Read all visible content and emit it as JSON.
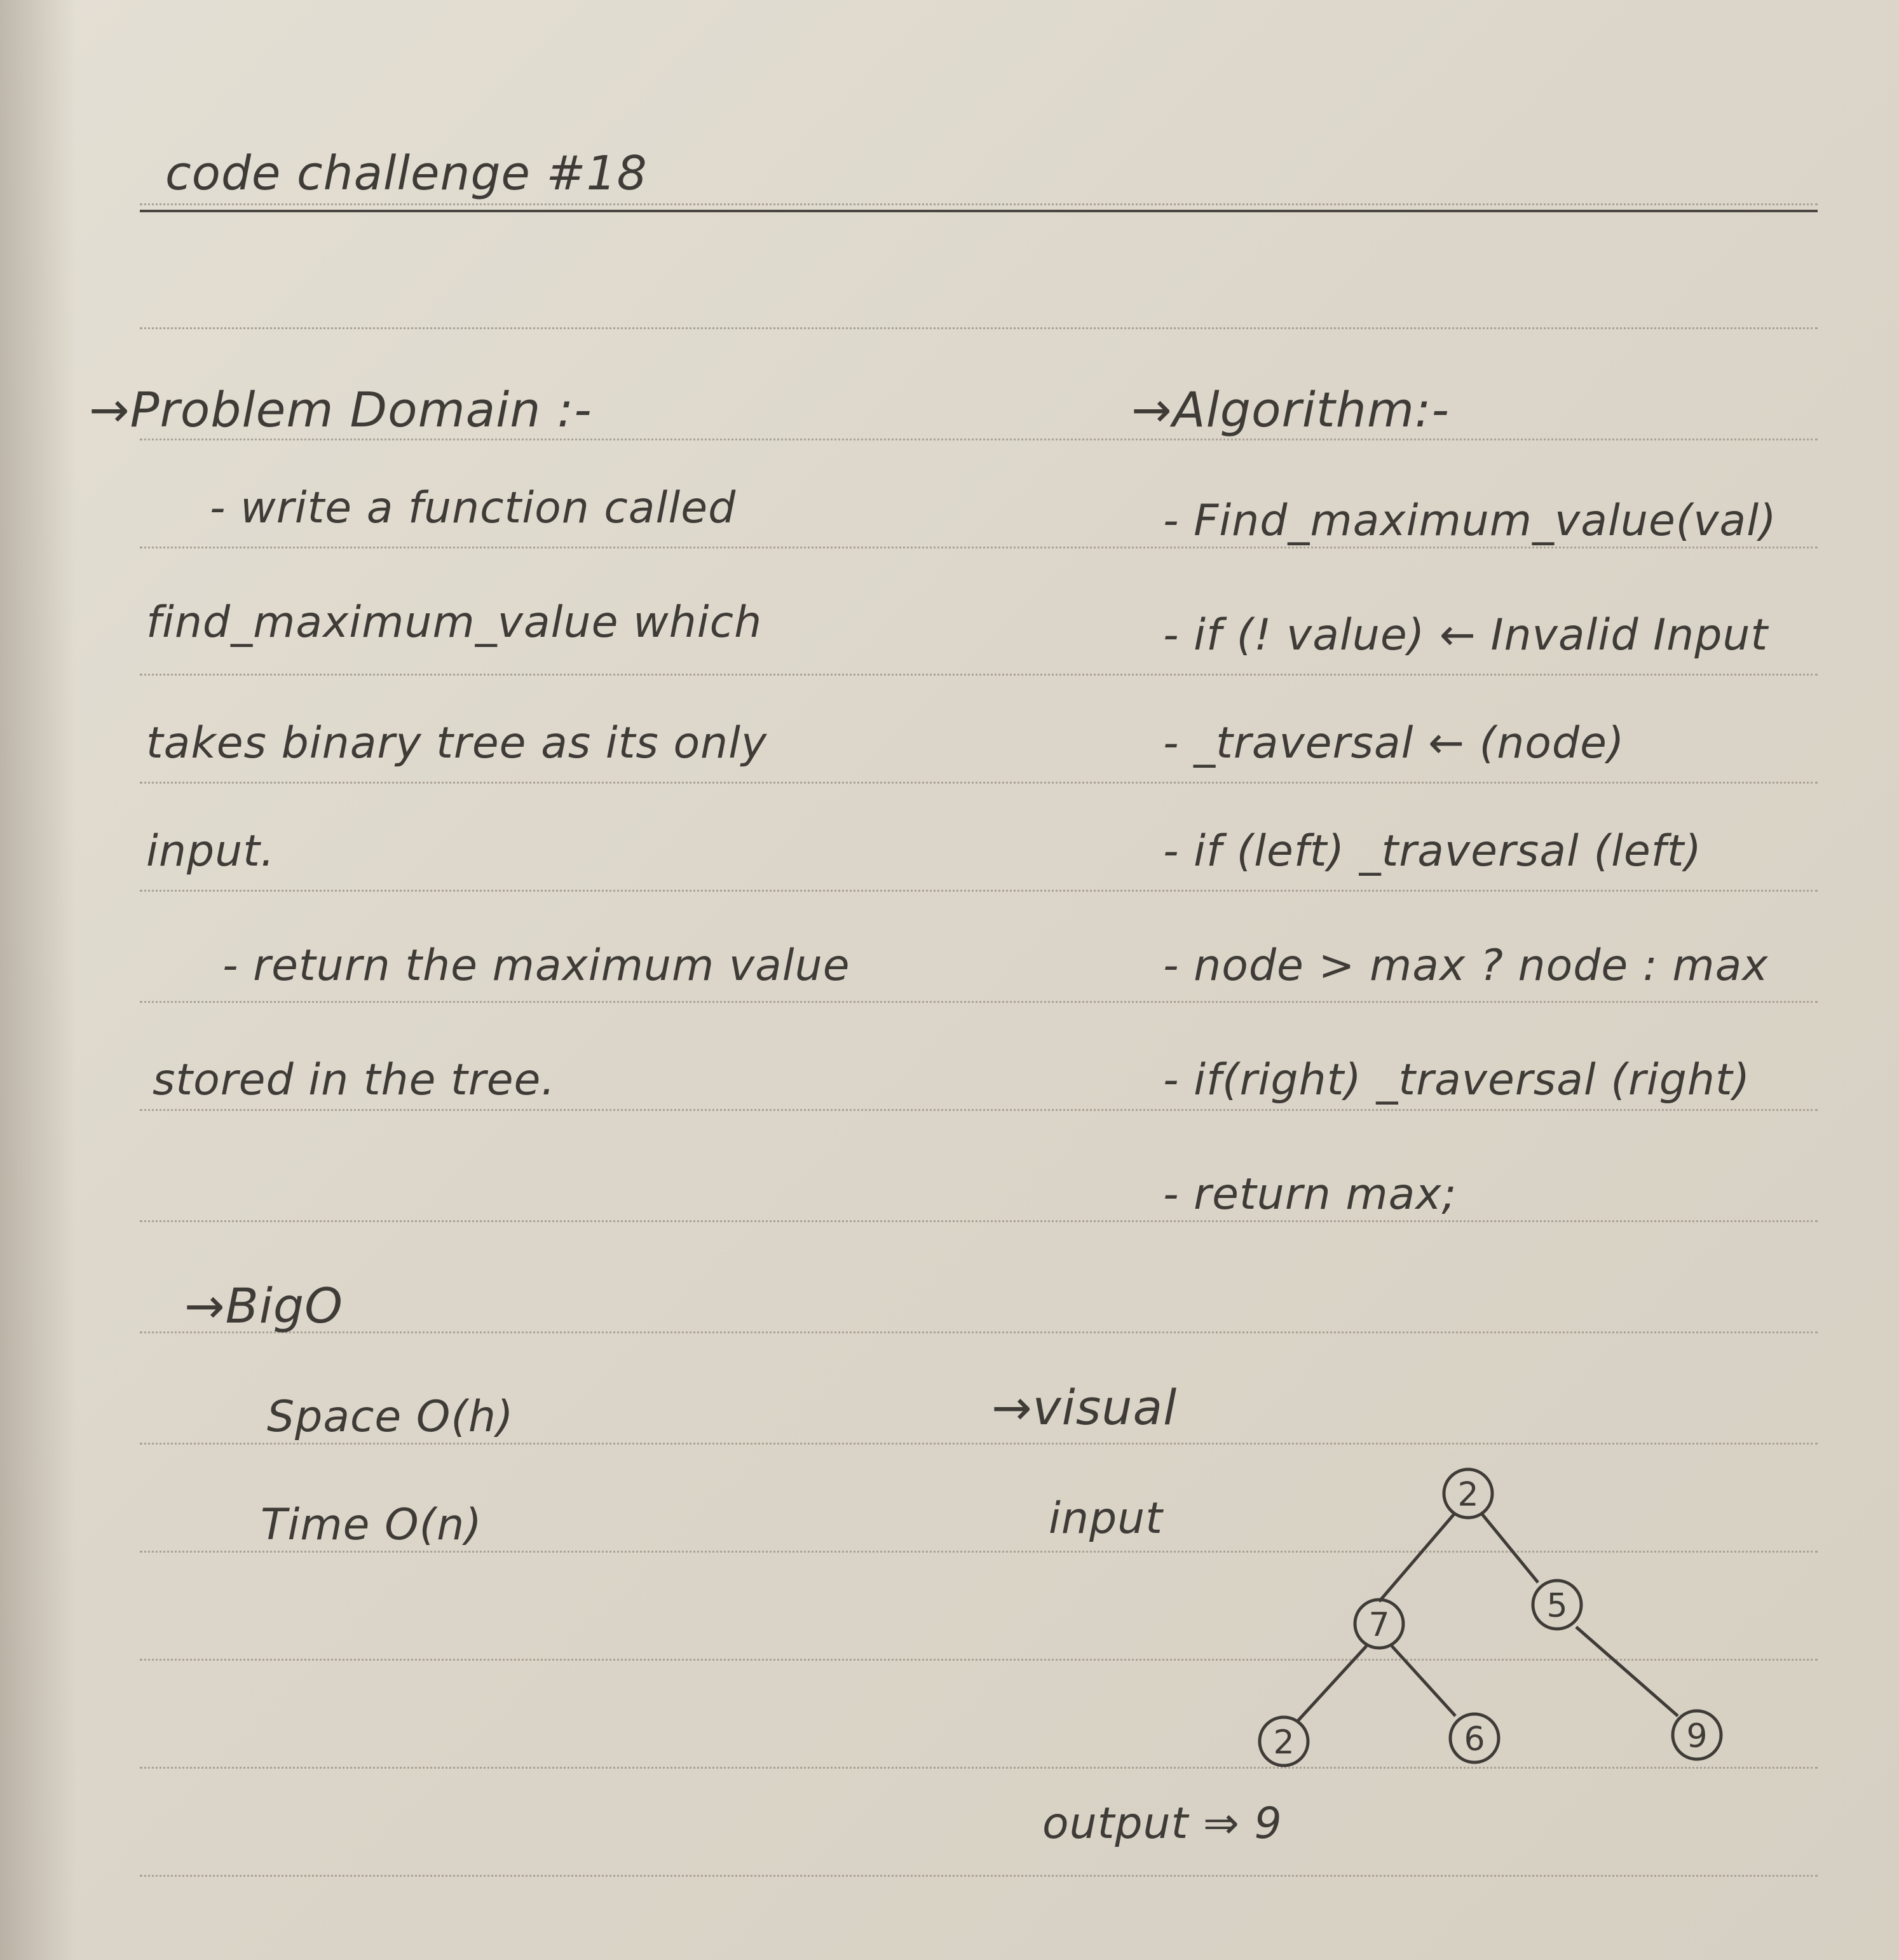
{
  "title": "code challenge #18",
  "problem_domain": {
    "heading": "→Problem Domain :-",
    "lines": [
      "- write a function called",
      "find_maximum_value which",
      "takes binary tree as its only",
      "input.",
      "- return the maximum value",
      "stored in the tree."
    ]
  },
  "algorithm": {
    "heading": "→Algorithm:-",
    "lines": [
      "- Find_maximum_value(val)",
      "- if (! value) ← Invalid Input",
      "- _traversal ← (node)",
      "- if (left) _traversal (left)",
      "- node > max ? node : max",
      "- if(right) _traversal (right)",
      "- return max;"
    ]
  },
  "big_o": {
    "heading": "→BigO",
    "space": "Space O(h)",
    "time": "Time O(n)"
  },
  "visual": {
    "heading": "→visual",
    "input_label": "input",
    "output_label": "output ⇒ 9",
    "nodes": [
      "2",
      "7",
      "5",
      "2",
      "6",
      "9"
    ]
  }
}
